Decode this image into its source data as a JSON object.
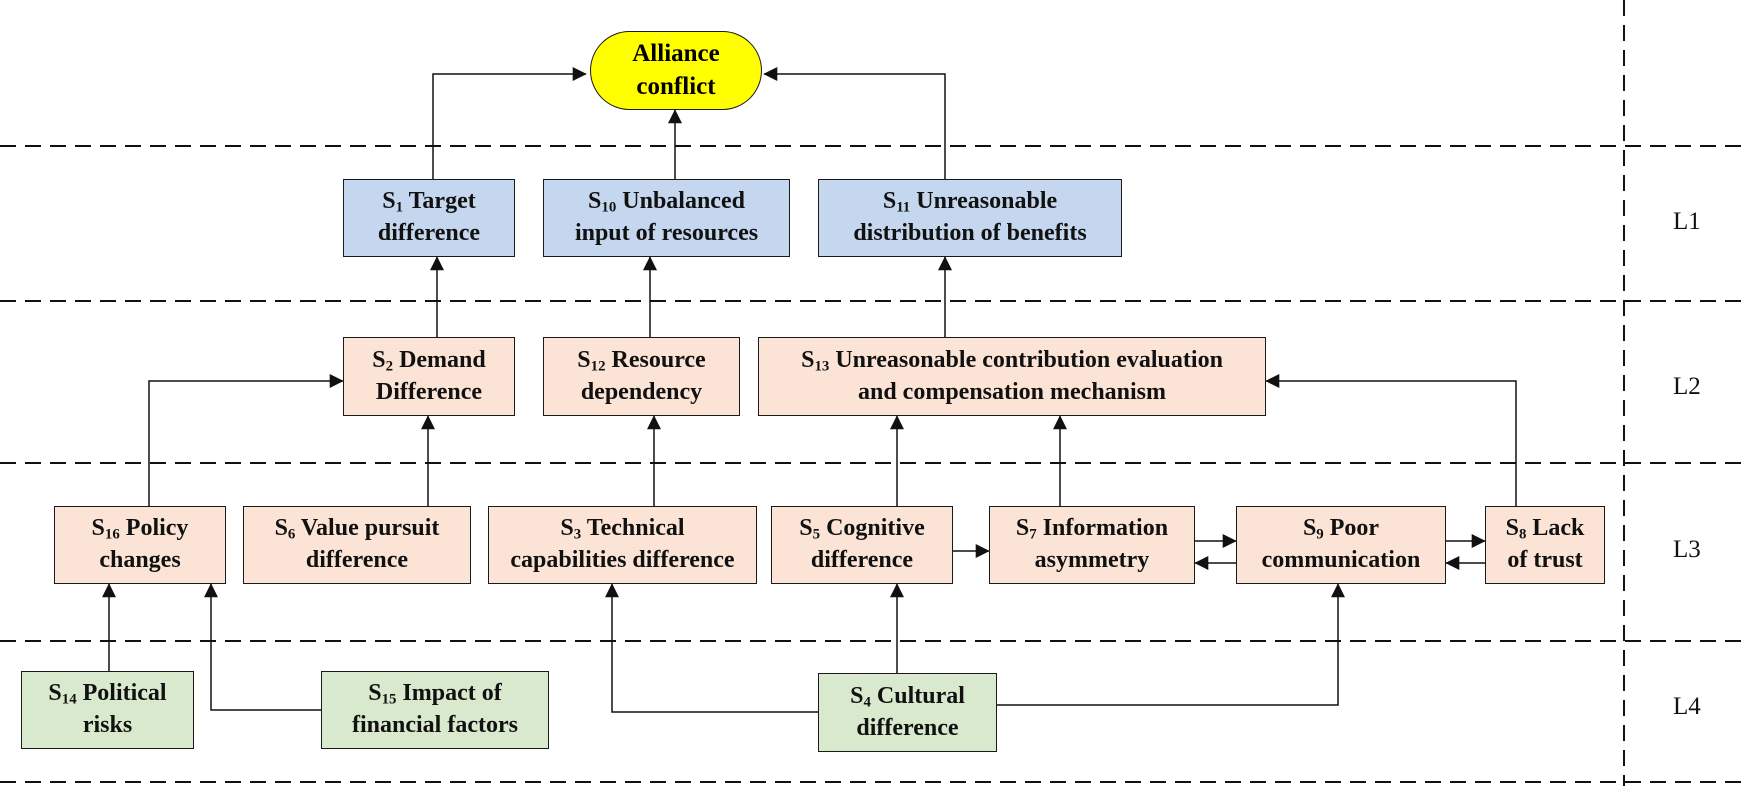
{
  "top": {
    "line1": "Alliance",
    "line2": "conflict"
  },
  "levels": {
    "l1": "L1",
    "l2": "L2",
    "l3": "L3",
    "l4": "L4"
  },
  "nodes": {
    "s1": {
      "sym": "S",
      "sub": "1",
      "text1": " Target",
      "text2": "difference"
    },
    "s10": {
      "sym": "S",
      "sub": "10",
      "text1": " Unbalanced",
      "text2": "input of resources"
    },
    "s11": {
      "sym": "S",
      "sub": "11",
      "text1": " Unreasonable",
      "text2": "distribution of benefits"
    },
    "s2": {
      "sym": "S",
      "sub": "2",
      "text1": " Demand",
      "text2": "Difference"
    },
    "s12": {
      "sym": "S",
      "sub": "12",
      "text1": " Resource",
      "text2": "dependency"
    },
    "s13": {
      "sym": "S",
      "sub": "13",
      "text1": " Unreasonable contribution evaluation",
      "text2": "and compensation mechanism"
    },
    "s16": {
      "sym": "S",
      "sub": "16",
      "text1": " Policy",
      "text2": "changes"
    },
    "s6": {
      "sym": "S",
      "sub": "6",
      "text1": " Value pursuit",
      "text2": "difference"
    },
    "s3": {
      "sym": "S",
      "sub": "3",
      "text1": " Technical",
      "text2": "capabilities difference"
    },
    "s5": {
      "sym": "S",
      "sub": "5",
      "text1": " Cognitive",
      "text2": "difference"
    },
    "s7": {
      "sym": "S",
      "sub": "7",
      "text1": " Information",
      "text2": "asymmetry"
    },
    "s9": {
      "sym": "S",
      "sub": "9",
      "text1": " Poor",
      "text2": "communication"
    },
    "s8": {
      "sym": "S",
      "sub": "8",
      "text1": " Lack",
      "text2": "of trust"
    },
    "s14": {
      "sym": "S",
      "sub": "14",
      "text1": " Political",
      "text2": "risks"
    },
    "s15": {
      "sym": "S",
      "sub": "15",
      "text1": " Impact of",
      "text2": "financial factors"
    },
    "s4": {
      "sym": "S",
      "sub": "4",
      "text1": " Cultural",
      "text2": "difference"
    }
  },
  "colors": {
    "top_fill": "#ffff00",
    "l1_fill": "#c5d7ef",
    "l2_l3_fill": "#fbe4d5",
    "l4_fill": "#d9e9cd"
  }
}
